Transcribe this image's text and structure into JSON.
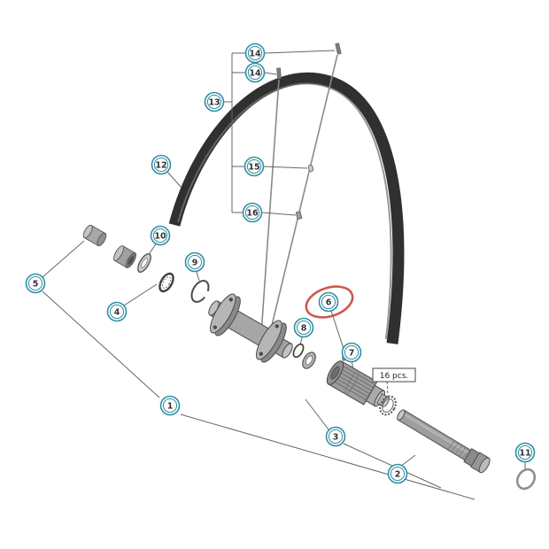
{
  "callouts": [
    {
      "label": "14"
    },
    {
      "label": "14"
    },
    {
      "label": "13"
    },
    {
      "label": "12"
    },
    {
      "label": "15"
    },
    {
      "label": "16"
    },
    {
      "label": "10"
    },
    {
      "label": "9"
    },
    {
      "label": "5"
    },
    {
      "label": "4"
    },
    {
      "label": "8"
    },
    {
      "label": "6",
      "highlighted": true
    },
    {
      "label": "7"
    },
    {
      "label": "1"
    },
    {
      "label": "3"
    },
    {
      "label": "2"
    },
    {
      "label": "11"
    }
  ],
  "annotations": {
    "pcs_label": "16 pcs."
  },
  "colors": {
    "callout_ring": "#2f8ea3",
    "highlight_ring": "#c9463d",
    "rim": "#303030",
    "line": "#666666"
  }
}
